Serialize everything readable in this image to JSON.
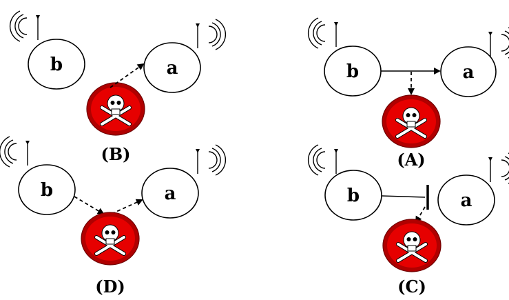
{
  "panels": {
    "B": {
      "label": "(B)",
      "node_left": "b",
      "node_right": "a"
    },
    "A": {
      "label": "(A)",
      "node_left": "b",
      "node_right": "a"
    },
    "D": {
      "label": "(D)",
      "node_left": "b",
      "node_right": "a"
    },
    "C": {
      "label": "(C)",
      "node_left": "b",
      "node_right": "a"
    }
  },
  "icons": {
    "node_antenna": "radio-waves-icon",
    "attacker": "skull-crossbones-icon"
  },
  "colors": {
    "attacker_red": "#e60000",
    "line": "#000000"
  }
}
